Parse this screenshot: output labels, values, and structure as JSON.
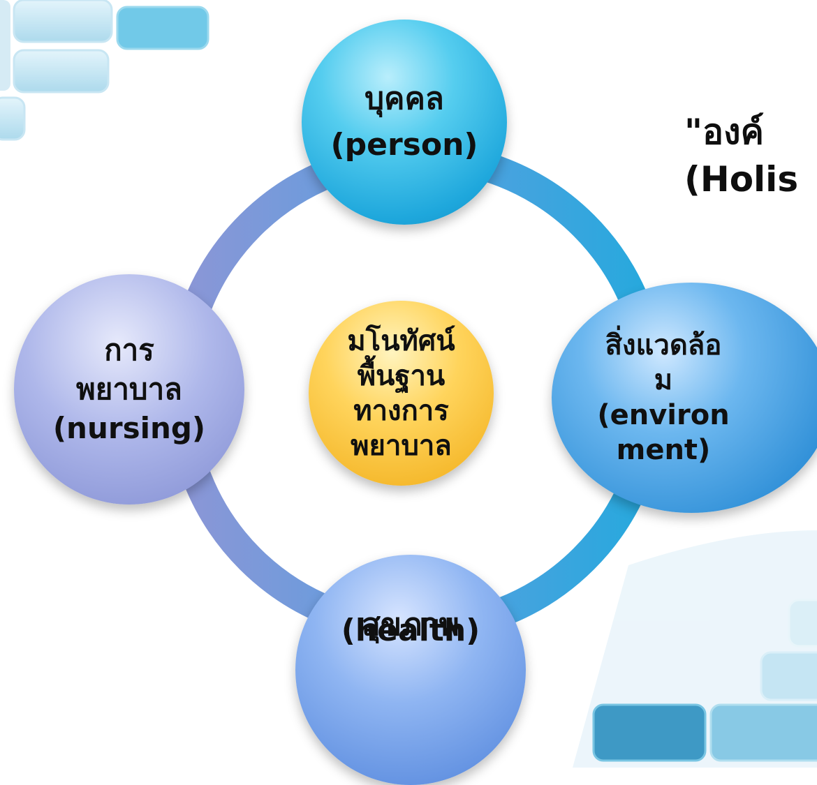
{
  "diagram": {
    "center": {
      "lines": [
        "มโนทัศน์",
        "พื้นฐาน",
        "ทางการ",
        "พยาบาล"
      ]
    },
    "person": {
      "lines": [
        "บุคคล",
        "(person)"
      ]
    },
    "environment": {
      "lines": [
        "สิ่งแวดล้อ",
        "ม",
        "(environ",
        "ment)"
      ]
    },
    "health": {
      "lines": [
        "สุขภาพ",
        "(health)"
      ]
    },
    "nursing": {
      "lines": [
        "การ",
        "พยาบาล",
        "(nursing)"
      ]
    }
  },
  "title": {
    "lines": [
      "\"องค์",
      "(Holis"
    ]
  },
  "colors": {
    "ring_left": "#8c96d6",
    "ring_right": "#2aa8dc",
    "center": "#f6c232",
    "person": "#33b6e6",
    "environment": "#2f8fd7",
    "health": "#6a97e4",
    "nursing": "#9aa3e0"
  }
}
